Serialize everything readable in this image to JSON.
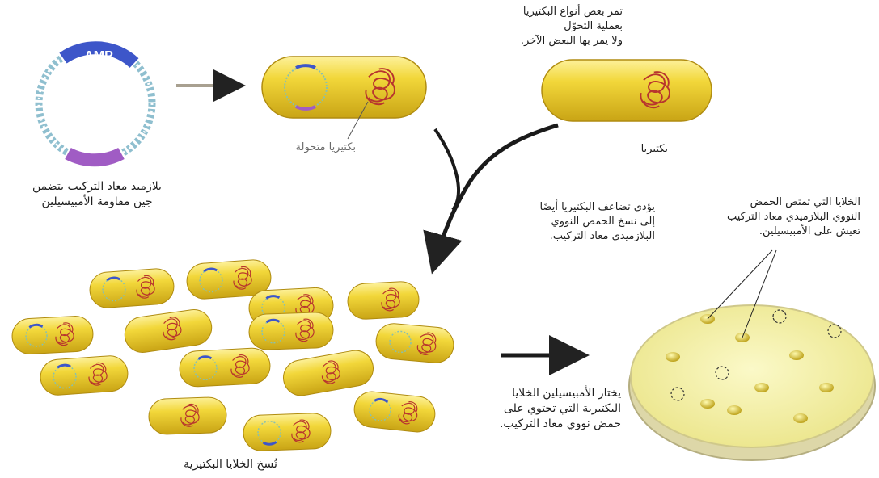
{
  "plasmid": {
    "gene_label": "AMP",
    "caption_lines": [
      "بلازميد معاد التركيب يتضمن",
      "جين مقاومة الأمبيسيلين"
    ]
  },
  "transformation_note": {
    "lines": [
      "تمر بعض أنواع البكتيريا",
      "بعملية التحوّل",
      "ولا يمر بها البعض الآخر."
    ]
  },
  "transformed_label": "بكتيريا متحولة",
  "bacterium_label": "بكتيريا",
  "replication_note": {
    "lines": [
      "يؤدي تضاعف البكتيريا أيضًا",
      "إلى نسخ الحمض النووي",
      "البلازميدي معاد التركيب."
    ]
  },
  "dish_note": {
    "lines": [
      "الخلايا التي تمتص الحمض",
      "النووي البلازميدي معاد التركيب",
      "تعيش على الأمبيسيلين."
    ]
  },
  "selection_note": {
    "lines": [
      "يختار الأمبيسيلين الخلايا",
      "البكتيرية التي تحتوي على",
      "حمض نووي معاد التركيب."
    ]
  },
  "copies_label": "نُسخ الخلايا البكتيرية",
  "colors": {
    "bacterium_fill": "#e4c21c",
    "plasmid_blue": "#3d56c9",
    "plasmid_purple": "#a05cc4",
    "dna_red": "#b8352e",
    "dish": "#f2ef9c"
  }
}
